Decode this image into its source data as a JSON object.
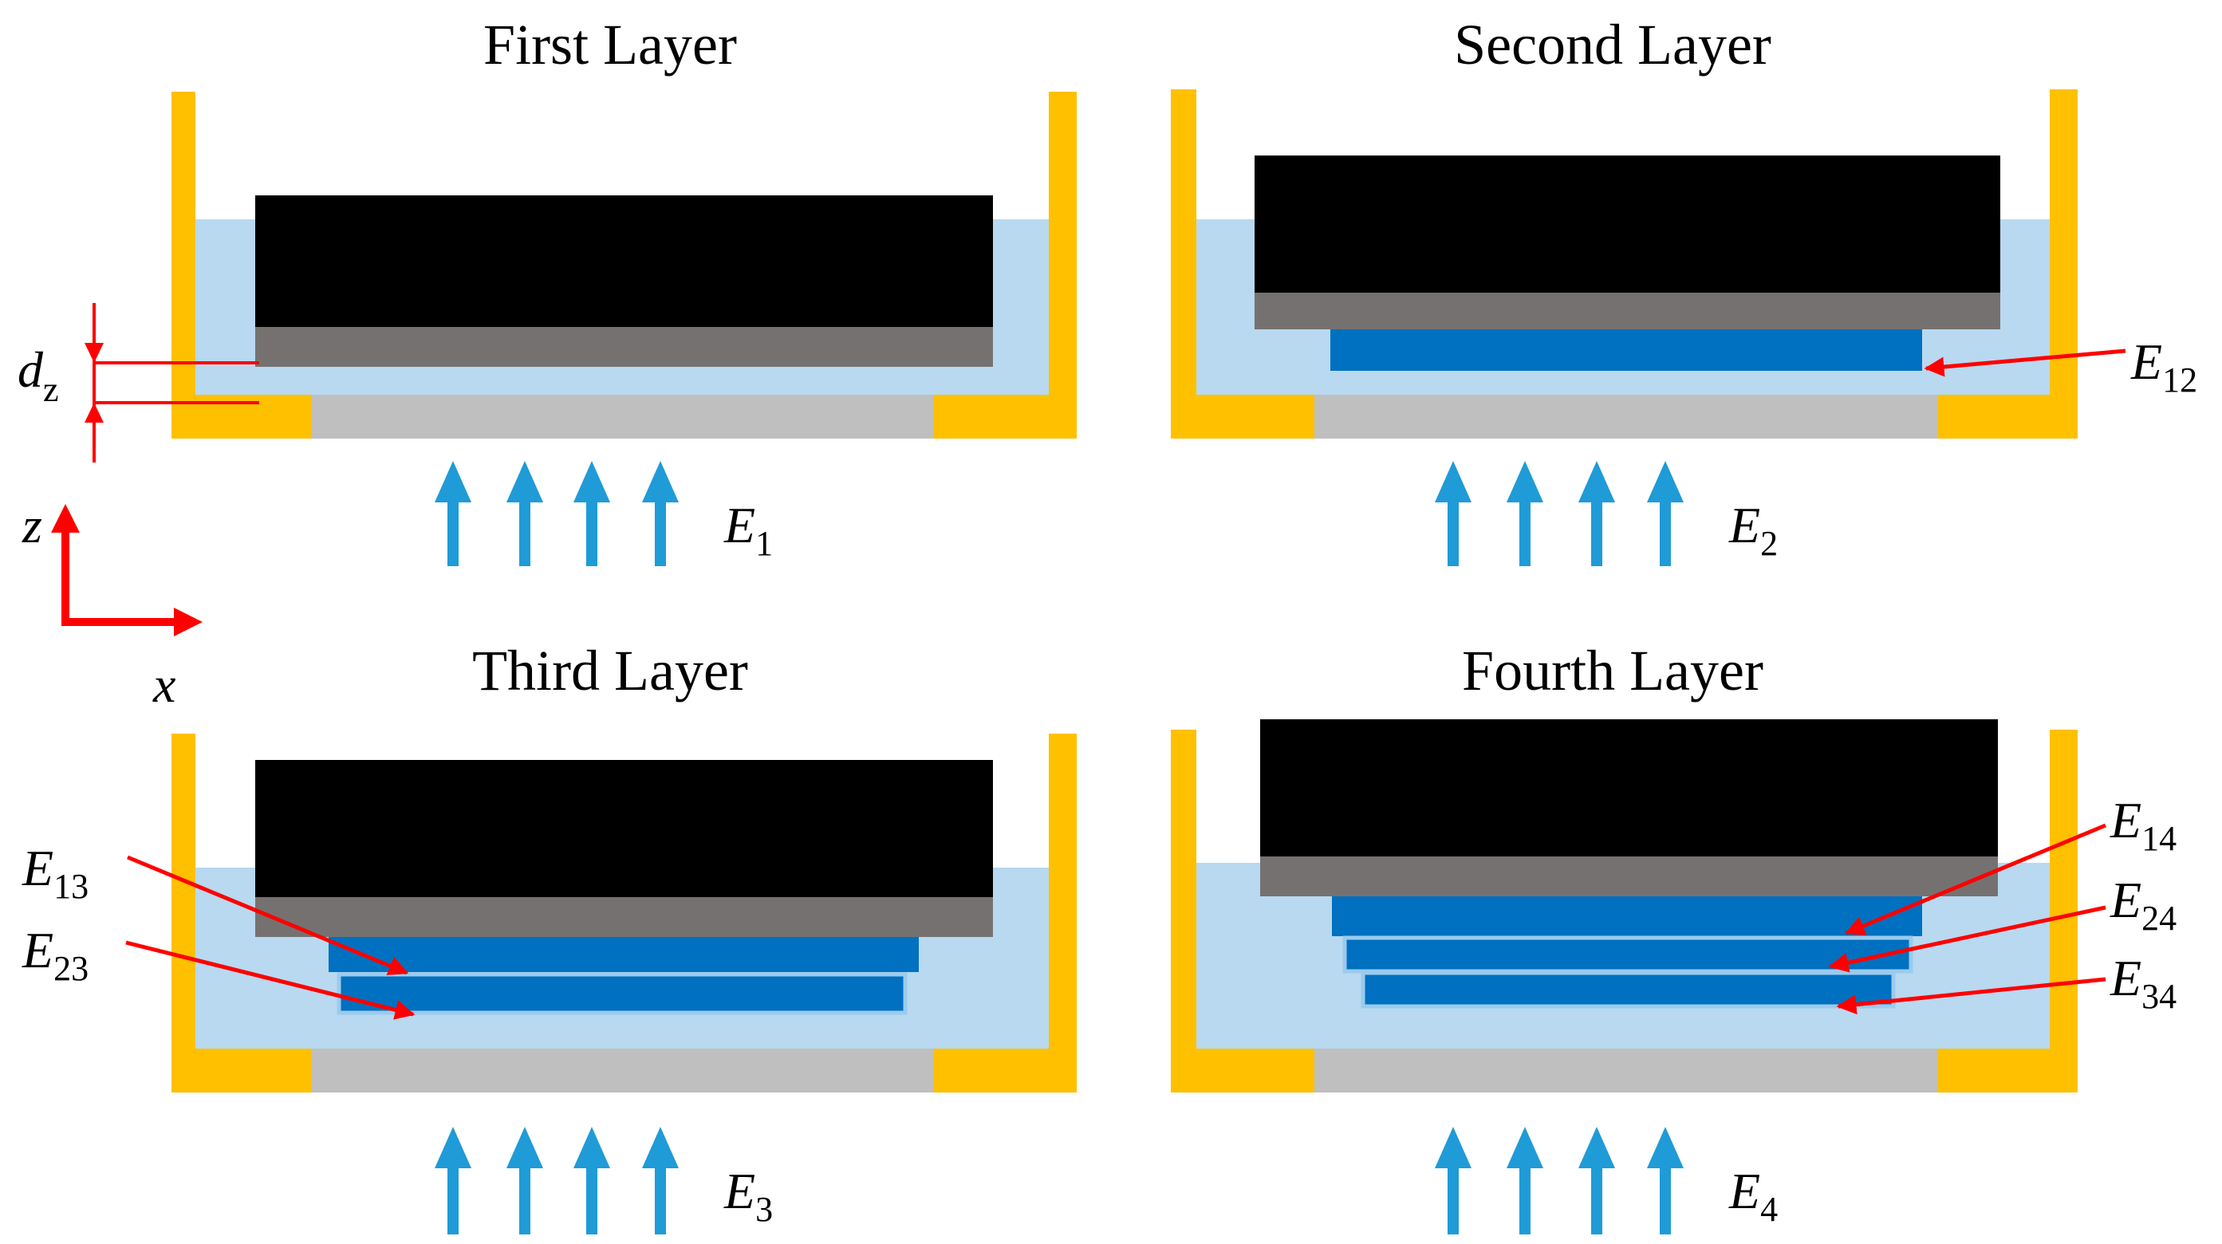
{
  "titles": {
    "first": "First Layer",
    "second": "Second Layer",
    "third": "Third Layer",
    "fourth": "Fourth Layer"
  },
  "labels": {
    "dz": {
      "base": "d",
      "sub": "z"
    },
    "z_axis": "z",
    "x_axis": "x",
    "E1": {
      "base": "E",
      "sub": "1"
    },
    "E2": {
      "base": "E",
      "sub": "2"
    },
    "E3": {
      "base": "E",
      "sub": "3"
    },
    "E4": {
      "base": "E",
      "sub": "4"
    },
    "E12": {
      "base": "E",
      "sub": "12"
    },
    "E13": {
      "base": "E",
      "sub": "13"
    },
    "E23": {
      "base": "E",
      "sub": "23"
    },
    "E14": {
      "base": "E",
      "sub": "14"
    },
    "E24": {
      "base": "E",
      "sub": "24"
    },
    "E34": {
      "base": "E",
      "sub": "34"
    }
  },
  "colors": {
    "vat_wall": "#FFC000",
    "resin": "#B8D9F0",
    "build_plate": "#000000",
    "plate_film": "#767171",
    "window": "#BFBFBF",
    "cured_layer": "#0070C0",
    "uv_light": "#1F9BD7",
    "annotation": "#FF0000"
  }
}
